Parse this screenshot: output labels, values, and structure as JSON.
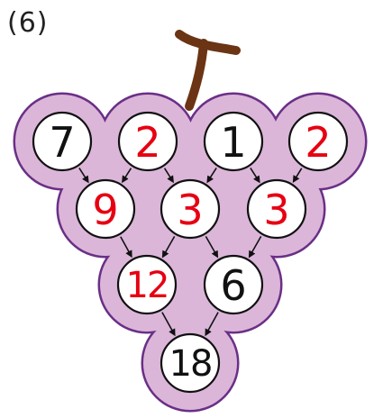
{
  "problem_label": "(6)",
  "colors": {
    "grape_fill": "#dbb6d9",
    "grape_outline": "#6a2f86",
    "stem": "#6b3414",
    "circle_fill": "#ffffff",
    "circle_outline": "#111111",
    "given_number": "#111111",
    "answer_number": "#e60012",
    "arrow": "#111111"
  },
  "rows": [
    [
      {
        "value": "7",
        "kind": "given"
      },
      {
        "value": "2",
        "kind": "answer"
      },
      {
        "value": "1",
        "kind": "given"
      },
      {
        "value": "2",
        "kind": "answer"
      }
    ],
    [
      {
        "value": "9",
        "kind": "answer"
      },
      {
        "value": "3",
        "kind": "answer"
      },
      {
        "value": "3",
        "kind": "answer"
      }
    ],
    [
      {
        "value": "12",
        "kind": "answer"
      },
      {
        "value": "6",
        "kind": "given"
      }
    ],
    [
      {
        "value": "18",
        "kind": "given"
      }
    ]
  ]
}
